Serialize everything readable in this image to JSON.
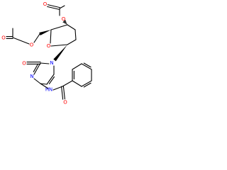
{
  "colors": {
    "oxygen": "#ff0000",
    "nitrogen": "#0000ff",
    "bond": "#000000"
  },
  "atoms": {
    "o_carbonyl_ac1": "O",
    "o_ester_ac1": "O",
    "o_carbonyl_ac2": "O",
    "o_ester_ac2": "O",
    "o_ring": "O",
    "n_pyrimidine_1": "N",
    "o_pyrimidinone": "O",
    "n_pyrimidine_3": "N",
    "n_amide": "N",
    "h_amide": "H",
    "o_benzoyl": "O"
  }
}
